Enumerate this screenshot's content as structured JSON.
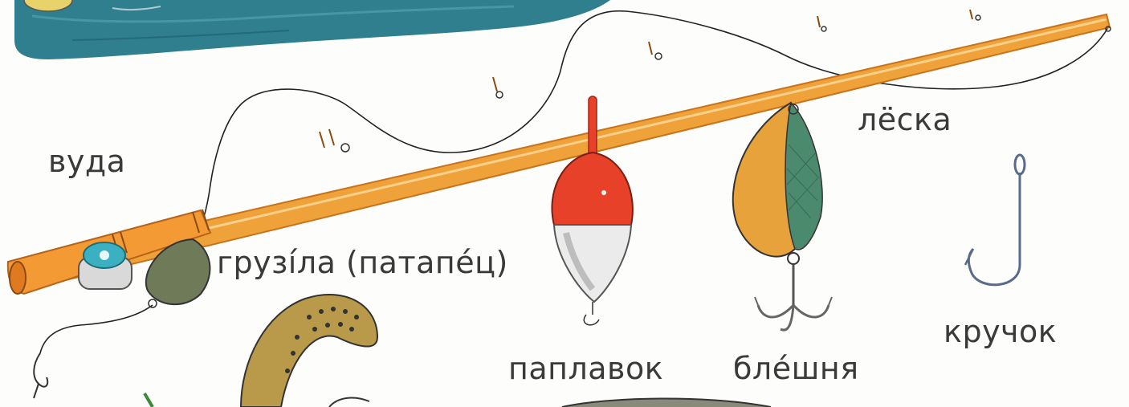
{
  "labels": {
    "rod": "вуда",
    "sinker": "грузíла (патапéц)",
    "line": "лёска",
    "float": "паплавок",
    "spoon": "блéшня",
    "hook": "кручок"
  },
  "colors": {
    "water": "#2f7f8f",
    "rod": "#f0a23a",
    "rod_dark": "#c8731c",
    "float_top": "#e8412a",
    "float_bottom": "#e9e9e9",
    "spoon_gold": "#e8a23c",
    "spoon_green": "#4c8a6e",
    "sinker": "#6f7a58",
    "reel": "#3bb0c0",
    "text": "#3a3a3a"
  }
}
